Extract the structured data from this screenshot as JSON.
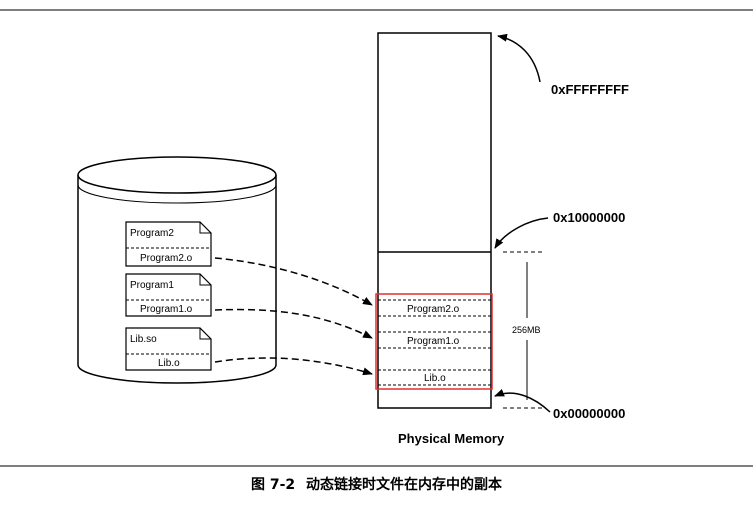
{
  "disk": {
    "files": [
      {
        "name": "Program2",
        "object": "Program2.o"
      },
      {
        "name": "Program1",
        "object": "Program1.o"
      },
      {
        "name": "Lib.so",
        "object": "Lib.o"
      }
    ]
  },
  "memory": {
    "label": "Physical Memory",
    "addr_top": "0xFFFFFFFF",
    "addr_mid": "0x10000000",
    "addr_bottom": "0x00000000",
    "size_label": "256MB",
    "sections": [
      "Program2.o",
      "Program1.o",
      "Lib.o"
    ]
  },
  "caption": {
    "figure": "图 7-2",
    "text": "动态链接时文件在内存中的副本"
  },
  "colors": {
    "highlight": "#e03030",
    "line": "#000000"
  }
}
